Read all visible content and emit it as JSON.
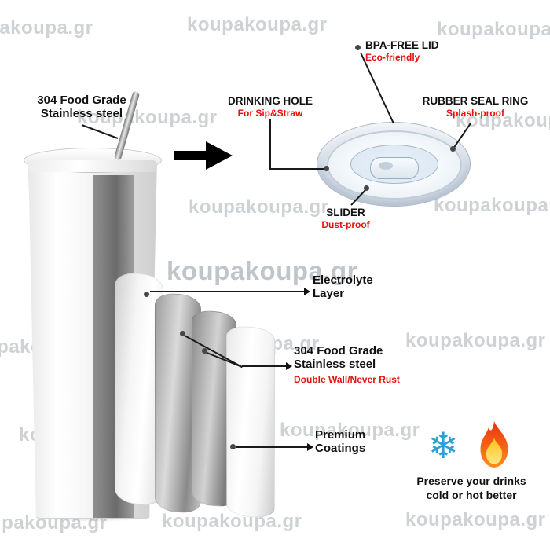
{
  "watermark": {
    "text": "koupakoupa.gr"
  },
  "product": {
    "straw_label": {
      "line1": "304 Food Grade",
      "line2": "Stainless steel"
    }
  },
  "lid_callouts": {
    "bpa": {
      "title": "BPA-FREE LID",
      "subtitle": "Eco-friendly"
    },
    "drinking_hole": {
      "title": "DRINKING HOLE",
      "subtitle": "For Sip&Straw"
    },
    "rubber_seal": {
      "title": "RUBBER SEAL RING",
      "subtitle": "Splash-proof"
    },
    "slider": {
      "title": "SLIDER",
      "subtitle": "Dust-proof"
    }
  },
  "layer_callouts": {
    "electrolyte": {
      "line1": "Electrolyte",
      "line2": "Layer"
    },
    "steel": {
      "line1": "304 Food Grade",
      "line2": "Stainless steel",
      "subtitle": "Double Wall/Never Rust"
    },
    "coating": {
      "line1": "Premium",
      "line2": "Coatings"
    }
  },
  "footer": {
    "line1": "Preserve your drinks",
    "line2": "cold or hot better"
  },
  "icons": {
    "snowflake": {
      "name": "snowflake-icon",
      "glyph": "❄"
    },
    "flame": {
      "name": "flame-icon"
    }
  },
  "colors": {
    "accent_red": "#e8100c",
    "text_black": "#111111",
    "watermark_gray": "#a6acb0",
    "snowflake_blue": "#2b9fd8",
    "flame_red": "#e8330f",
    "flame_orange": "#ff8c1a"
  }
}
